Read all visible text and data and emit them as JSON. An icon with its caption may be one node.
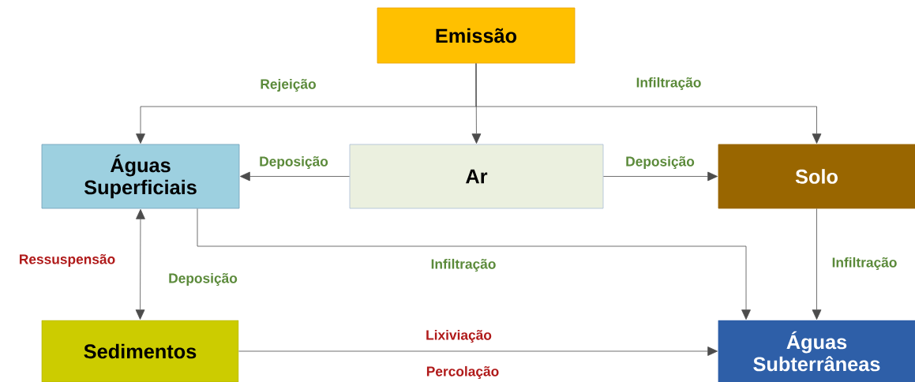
{
  "diagram": {
    "nodes": [
      {
        "text": [
          "Emissão"
        ]
      },
      {
        "text": [
          "Águas Superficiais"
        ]
      },
      {
        "text": [
          "Ar"
        ]
      },
      {
        "text": [
          "Solo"
        ]
      },
      {
        "text": [
          "Sedimentos"
        ]
      },
      {
        "text": [
          "Águas Subterrâneas"
        ]
      }
    ],
    "edges": [
      {
        "from": 0,
        "to": 1,
        "arrow": "to",
        "label": "Rejeição"
      },
      {
        "from": 0,
        "to": 2,
        "arrow": "to"
      },
      {
        "from": 0,
        "to": 3,
        "arrow": "to",
        "label": "Infiltração"
      },
      {
        "from": 2,
        "to": 1,
        "arrow": "to",
        "label": "Deposição"
      },
      {
        "from": 2,
        "to": 3,
        "arrow": "to",
        "label": "Deposição"
      },
      {
        "from": 1,
        "to": 4,
        "arrow": "both",
        "label": "Ressuspensão"
      },
      {
        "from": 1,
        "to": 5,
        "arrow": "to",
        "label": "Infiltração"
      },
      {
        "from": 3,
        "to": 5,
        "arrow": "to",
        "label": "Infiltração"
      },
      {
        "from": 4,
        "to": 5,
        "arrow": "to",
        "label": "Lixiviação"
      }
    ],
    "labels": [
      "Deposição",
      "Percolação"
    ]
  }
}
